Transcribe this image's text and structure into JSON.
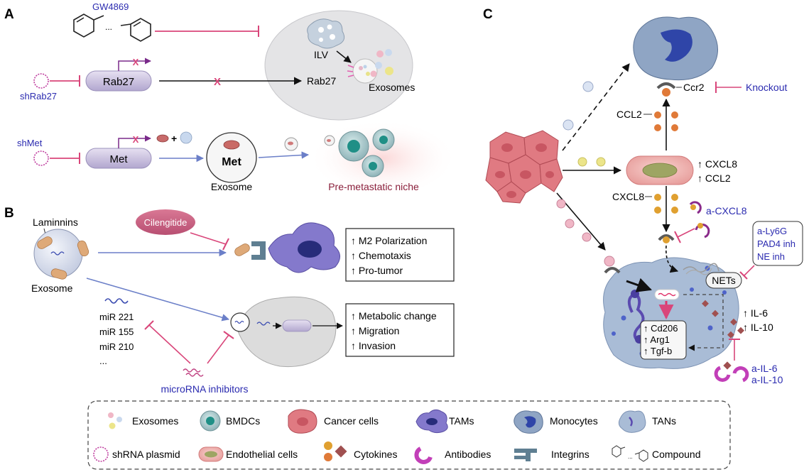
{
  "panels": {
    "a": {
      "letter": "A",
      "gw4869": "GW4869",
      "ilv": "ILV",
      "shrab27": "shRab27",
      "rab27": "Rab27",
      "rab27_target": "Rab27",
      "exosomes": "Exosomes",
      "shmet": "shMet",
      "met": "Met",
      "met_exo": "Met",
      "exosome": "Exosome",
      "niche": "Pre-metastatic niche",
      "cross": "X",
      "plus": "+",
      "dots": "..."
    },
    "b": {
      "letter": "B",
      "laminins": "Laminnins",
      "exosome": "Exosome",
      "cilengitide": "Cilengitide",
      "effects_top": [
        "↑ M2 Polarization",
        "↑ Chemotaxis",
        "↑ Pro-tumor"
      ],
      "mirs": [
        "miR 221",
        "miR 155",
        "miR 210",
        "..."
      ],
      "effects_bottom": [
        "↑ Metabolic change",
        "↑ Migration",
        "↑ Invasion"
      ],
      "inhibitors": "microRNA inhibitors"
    },
    "c": {
      "letter": "C",
      "ccr2": "Ccr2",
      "knockout": "Knockout",
      "ccl2": "CCL2",
      "endo_effects": [
        "↑ CXCL8",
        "↑ CCL2"
      ],
      "cxcl8": "CXCL8",
      "a_cxcl8": "a-CXCL8",
      "inhibitors": [
        "a-Ly6G",
        "PAD4 inh",
        "NE inh"
      ],
      "nets": "NETs",
      "il_effects": [
        "↑ IL-6",
        "↑ IL-10"
      ],
      "tam_effects": [
        "↑ Cd206",
        "↑ Arg1",
        "↑ Tgf-b"
      ],
      "antibodies": [
        "a-IL-6",
        "a-IL-10"
      ]
    }
  },
  "legend": [
    {
      "icon": "exosomes",
      "label": "Exosomes"
    },
    {
      "icon": "bmdc",
      "label": "BMDCs"
    },
    {
      "icon": "cancer-cell",
      "label": "Cancer cells"
    },
    {
      "icon": "tam",
      "label": "TAMs"
    },
    {
      "icon": "monocyte",
      "label": "Monocytes"
    },
    {
      "icon": "tan",
      "label": "TANs"
    },
    {
      "icon": "shrna-plasmid",
      "label": "shRNA plasmid"
    },
    {
      "icon": "endothelial-cell",
      "label": "Endothelial cells"
    },
    {
      "icon": "cytokine",
      "label": "Cytokines"
    },
    {
      "icon": "antibody",
      "label": "Antibodies"
    },
    {
      "icon": "integrin",
      "label": "Integrins"
    },
    {
      "icon": "compound",
      "label": "Compound"
    }
  ],
  "colors": {
    "inhibit": "#d9467a",
    "flow_blue": "#6b7fc8",
    "text_blue": "#2b2bb0",
    "cancer": "#e07a82",
    "tam": "#7c72c8",
    "monocyte": "#8fa5c4",
    "tan": "#a9bcd6"
  }
}
